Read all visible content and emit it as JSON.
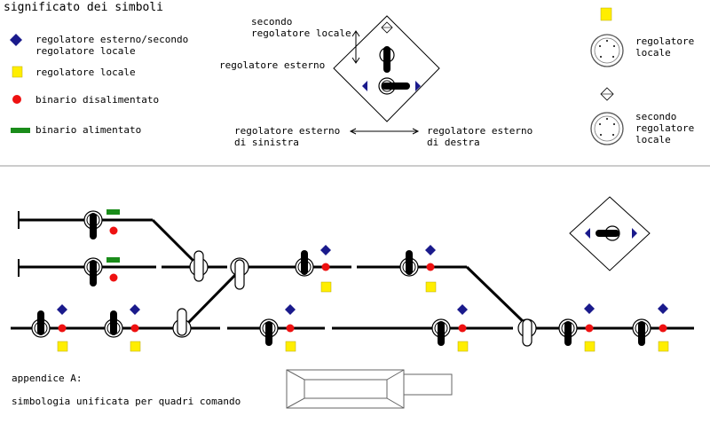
{
  "legend": {
    "title": "significato dei simboli",
    "items": [
      {
        "symbol": "blue-diamond-icon",
        "label": "regolatore esterno/secondo regolatore locale"
      },
      {
        "symbol": "yellow-square-icon",
        "label": "regolatore locale"
      },
      {
        "symbol": "red-dot-icon",
        "label": "binario disalimentato"
      },
      {
        "symbol": "green-bar-icon",
        "label": "binario alimentato"
      }
    ]
  },
  "regulator_diagram": {
    "top_label": "secondo regolatore locale",
    "left_label": "regolatore esterno",
    "left_arrow_label": "regolatore esterno di sinistra",
    "right_arrow_label": "regolatore esterno di destra"
  },
  "right_legend": {
    "local_label": "regolatore locale",
    "second_label": "secondo regolatore locale"
  },
  "appendix": {
    "title": "appendice A:",
    "subtitle": "simbologia unificata per quadri comando"
  },
  "colors": {
    "track": "#000000",
    "diamond_blue": "#1a1a8c",
    "square_yellow": "#ffee00",
    "dot_red": "#ee1111",
    "bar_green": "#1a8c1a",
    "separator": "#999999"
  }
}
